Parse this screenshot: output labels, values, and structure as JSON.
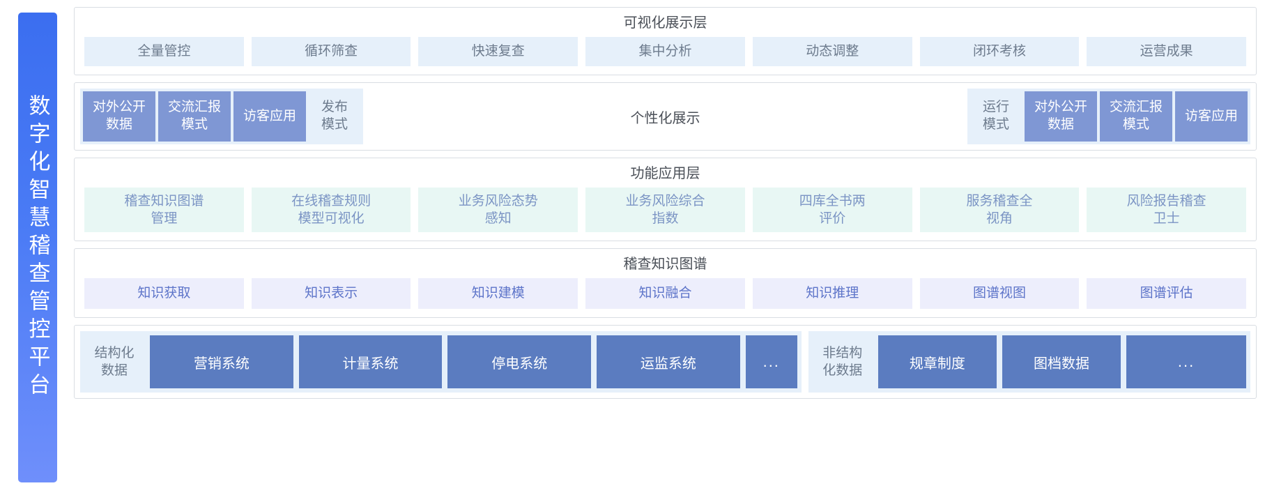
{
  "sidebar": {
    "title": "数字化智慧稽查管控平台"
  },
  "colors": {
    "sidebar_gradient_start": "#3b6ef0",
    "sidebar_gradient_end": "#6f8ffb",
    "chip_blue_bg": "#e6f0fa",
    "chip_mint_bg": "#e8f7f4",
    "chip_lavender_bg": "#edeefc",
    "mode_solid_bg": "#7f97d4",
    "data_box_bg": "#5b7cc0",
    "border": "#d9dde3"
  },
  "layers": {
    "visualization": {
      "title": "可视化展示层",
      "items": [
        "全量管控",
        "循环筛查",
        "快速复查",
        "集中分析",
        "动态调整",
        "闭环考核",
        "运营成果"
      ]
    },
    "modes": {
      "left_group": [
        {
          "label": "对外公开\n数据",
          "style": "solid"
        },
        {
          "label": "交流汇报\n模式",
          "style": "solid"
        },
        {
          "label": "访客应用",
          "style": "solid"
        },
        {
          "label": "发布\n模式",
          "style": "plain"
        }
      ],
      "center_label": "个性化展示",
      "right_group": [
        {
          "label": "运行\n模式",
          "style": "plain"
        },
        {
          "label": "对外公开\n数据",
          "style": "solid"
        },
        {
          "label": "交流汇报\n模式",
          "style": "solid"
        },
        {
          "label": "访客应用",
          "style": "solid"
        }
      ]
    },
    "function": {
      "title": "功能应用层",
      "items": [
        "稽查知识图谱\n管理",
        "在线稽查规则\n模型可视化",
        "业务风险态势\n感知",
        "业务风险综合\n指数",
        "四库全书两\n评价",
        "服务稽查全\n视角",
        "风险报告稽查\n卫士"
      ]
    },
    "knowledge_graph": {
      "title": "稽查知识图谱",
      "items": [
        "知识获取",
        "知识表示",
        "知识建模",
        "知识融合",
        "知识推理",
        "图谱视图",
        "图谱评估"
      ]
    },
    "data": {
      "structured": {
        "label": "结构化\n数据",
        "items": [
          "营销系统",
          "计量系统",
          "停电系统",
          "运监系统"
        ],
        "ellipsis": "..."
      },
      "unstructured": {
        "label": "非结构\n化数据",
        "items": [
          "规章制度",
          "图档数据"
        ],
        "ellipsis": "..."
      }
    }
  }
}
